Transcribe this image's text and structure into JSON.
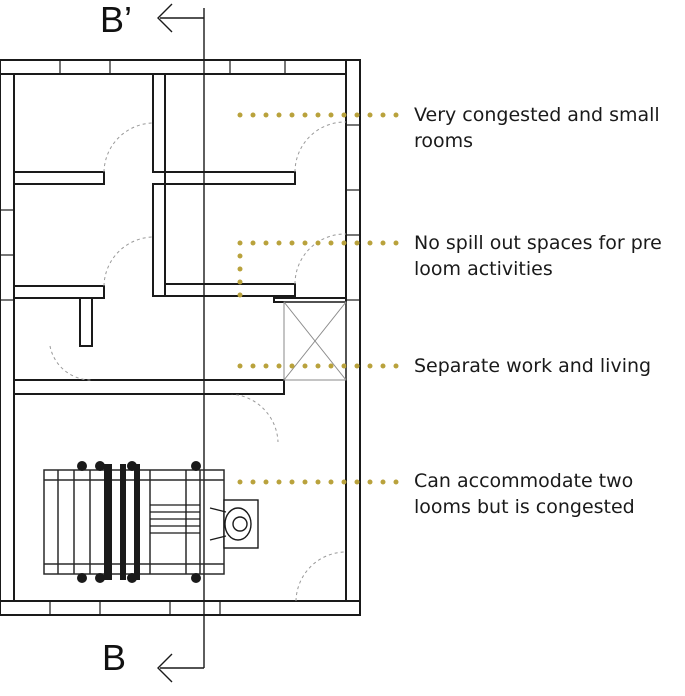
{
  "section_marks": {
    "top": "B’",
    "bottom": "B"
  },
  "annotations": [
    {
      "lines": [
        "Very congested and small",
        "rooms"
      ]
    },
    {
      "lines": [
        "No spill out spaces for pre",
        "loom activities"
      ]
    },
    {
      "lines": [
        "Separate work and living"
      ]
    },
    {
      "lines": [
        "Can accommodate two",
        "looms but is congested"
      ]
    }
  ],
  "colors": {
    "wall": "#1a1a1a",
    "leader_dots": "#b9a23c",
    "door_swing": "#9a9a9a"
  },
  "icons": [
    "section-arrow-icon",
    "loom-icon",
    "weaver-icon"
  ]
}
